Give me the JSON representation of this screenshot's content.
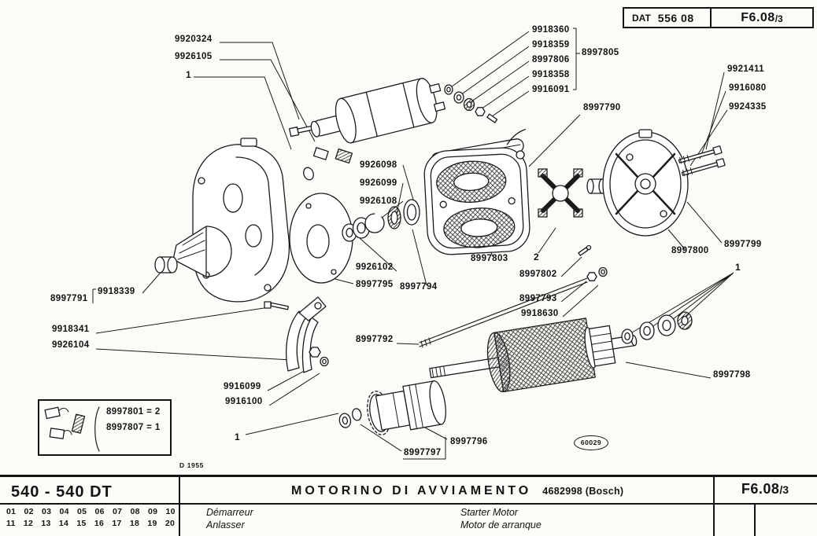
{
  "header": {
    "dat_label": "DAT",
    "dat_number": "556 08",
    "page_code": "F6.08",
    "page_code_suffix": "/3"
  },
  "callouts": {
    "c9920324": "9920324",
    "c9926105": "9926105",
    "qty1a": "1",
    "c9918360": "9918360",
    "c9918359": "9918359",
    "c8997806": "8997806",
    "c9918358": "9918358",
    "c9916091": "9916091",
    "c8997805": "8997805",
    "c8997790": "8997790",
    "c9921411": "9921411",
    "c9916080": "9916080",
    "c9924335": "9924335",
    "c9926098": "9926098",
    "c9926099": "9926099",
    "c9926108": "9926108",
    "c9926102": "9926102",
    "c8997795": "8997795",
    "c8997794": "8997794",
    "c8997803": "8997803",
    "qty2": "2",
    "c8997802": "8997802",
    "c8997800": "8997800",
    "c8997799": "8997799",
    "qty1b": "1",
    "c8997791": "8997791",
    "c9918339": "9918339",
    "c9918341": "9918341",
    "c9926104": "9926104",
    "c8997793": "8997793",
    "c9918630": "9918630",
    "c8997792": "8997792",
    "c9916099": "9916099",
    "c9916100": "9916100",
    "c8997798": "8997798",
    "qty1c": "1",
    "c8997797": "8997797",
    "c8997796": "8997796"
  },
  "legend": {
    "line1": "8997801 = 2",
    "line2": "8997807 = 1"
  },
  "badge": "60029",
  "drawing_note": "D 1955",
  "footer": {
    "model": "540 - 540 DT",
    "grid_row1": "01 02 03 04 05 06 07 08 09 10",
    "grid_row2": "11 12 13 14 15 16 17 18 19 20",
    "title": "MOTORINO DI AVVIAMENTO",
    "title_code": "4682998 (Bosch)",
    "lang_fr": "Démarreur",
    "lang_de": "Anlasser",
    "lang_en": "Starter Motor",
    "lang_es": "Motor de arranque",
    "page_code": "F6.08",
    "page_code_suffix": "/3"
  }
}
